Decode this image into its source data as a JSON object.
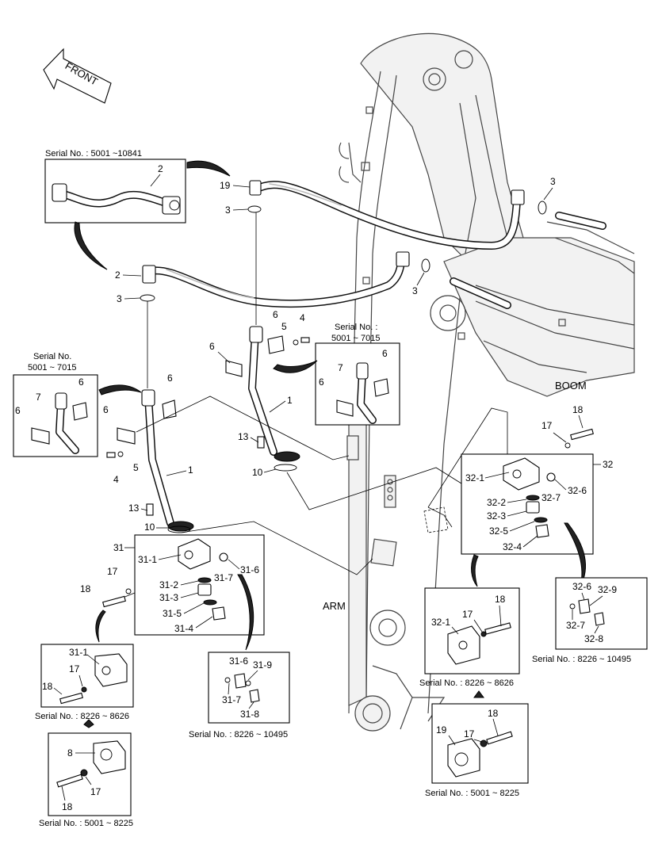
{
  "front_label": "FRONT",
  "boom_label": "BOOM",
  "arm_label": "ARM",
  "captions": {
    "serial_5001_10841": "Serial No. : 5001 ~10841",
    "serial_5001_7015_right": [
      "Serial No. :",
      "5001 ~ 7015"
    ],
    "serial_5001_7015_left": [
      "Serial No.",
      "5001 ~ 7015"
    ],
    "serial_8226_8626_left": "Serial No. : 8226 ~ 8626",
    "serial_8226_10495_left": "Serial No. : 8226 ~ 10495",
    "serial_5001_8225_left": "Serial No. : 5001 ~ 8225",
    "serial_8226_10495_right": "Serial No. : 8226 ~ 10495",
    "serial_8226_8626_right": "Serial No. : 8226 ~ 8626",
    "serial_5001_8225_right": "Serial No. : 5001 ~ 8225"
  },
  "callouts": {
    "p1": "1",
    "p2": "2",
    "p3": "3",
    "p4": "4",
    "p5": "5",
    "p6": "6",
    "p7": "7",
    "p8": "8",
    "p10": "10",
    "p13": "13",
    "p17": "17",
    "p18": "18",
    "p19": "19",
    "p31": "31",
    "p31_1": "31-1",
    "p31_2": "31-2",
    "p31_3": "31-3",
    "p31_4": "31-4",
    "p31_5": "31-5",
    "p31_6": "31-6",
    "p31_7": "31-7",
    "p31_8": "31-8",
    "p31_9": "31-9",
    "p32": "32",
    "p32_1": "32-1",
    "p32_2": "32-2",
    "p32_3": "32-3",
    "p32_4": "32-4",
    "p32_5": "32-5",
    "p32_6": "32-6",
    "p32_7": "32-7",
    "p32_8": "32-8",
    "p32_9": "32-9"
  }
}
